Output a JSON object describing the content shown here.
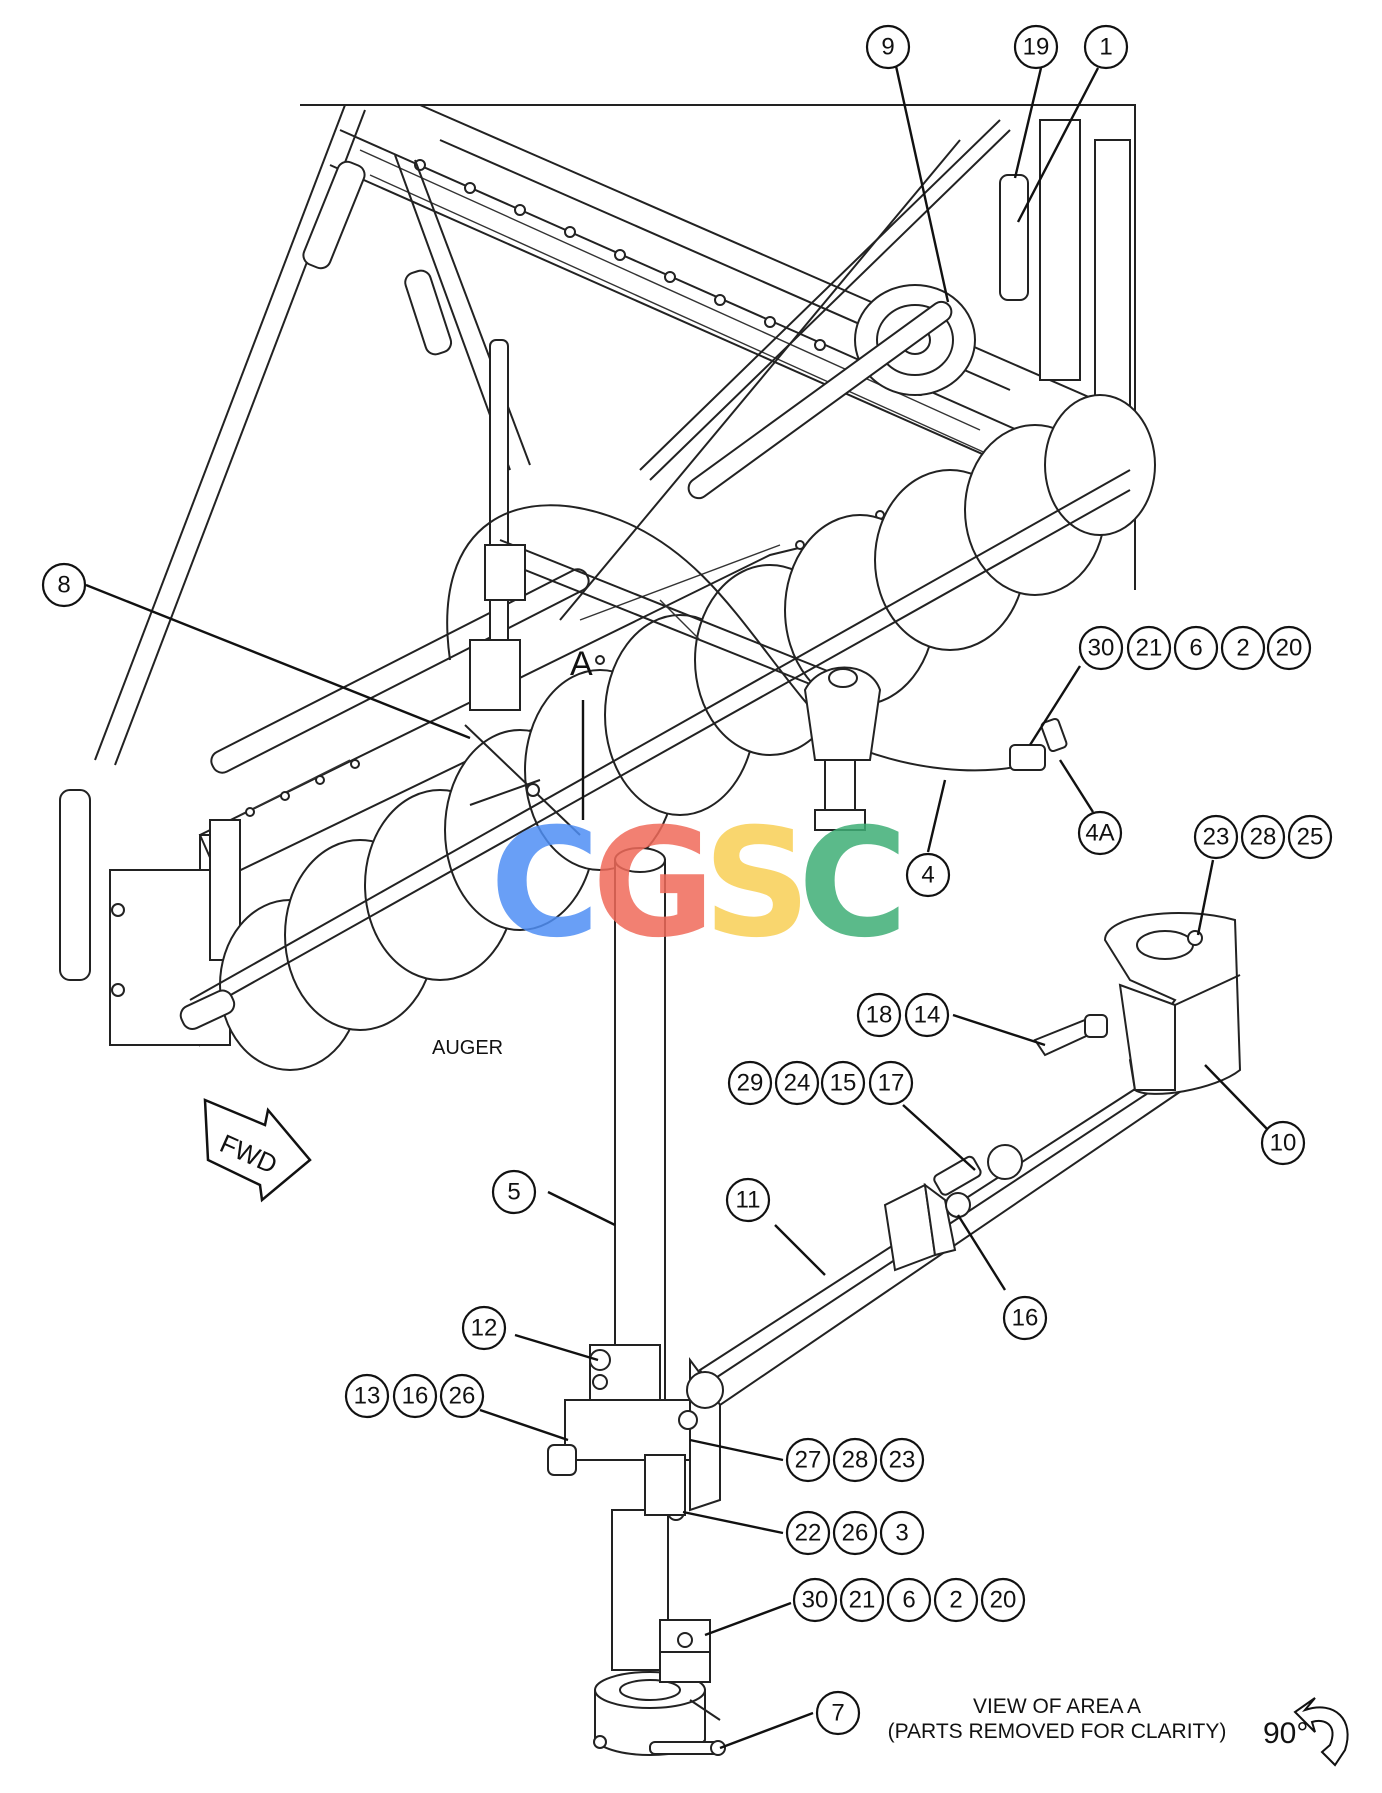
{
  "labels": {
    "auger": "AUGER",
    "area_marker": "A",
    "fwd": "FWD",
    "view_line1": "VIEW OF AREA A",
    "view_line2": "(PARTS REMOVED FOR CLARITY)",
    "rotation": "90°"
  },
  "watermark": {
    "letters": [
      "C",
      "G",
      "S",
      "C"
    ],
    "colors": [
      "#4f8ff5",
      "#f06a5a",
      "#f8d055",
      "#3fae76"
    ]
  },
  "callouts": {
    "c9": "9",
    "c19": "19",
    "c1": "1",
    "c8": "8",
    "c30a": "30",
    "c21a": "21",
    "c6a": "6",
    "c2a": "2",
    "c20a": "20",
    "c4a": "4A",
    "c4": "4",
    "c23a": "23",
    "c28a": "28",
    "c25": "25",
    "c18": "18",
    "c14": "14",
    "c29": "29",
    "c24": "24",
    "c15": "15",
    "c17": "17",
    "c10": "10",
    "c5": "5",
    "c11": "11",
    "c16a": "16",
    "c12": "12",
    "c13": "13",
    "c16b": "16",
    "c26a": "26",
    "c27": "27",
    "c28b": "28",
    "c23b": "23",
    "c22": "22",
    "c26b": "26",
    "c3": "3",
    "c30b": "30",
    "c21b": "21",
    "c6b": "6",
    "c2b": "2",
    "c20b": "20",
    "c7": "7"
  }
}
